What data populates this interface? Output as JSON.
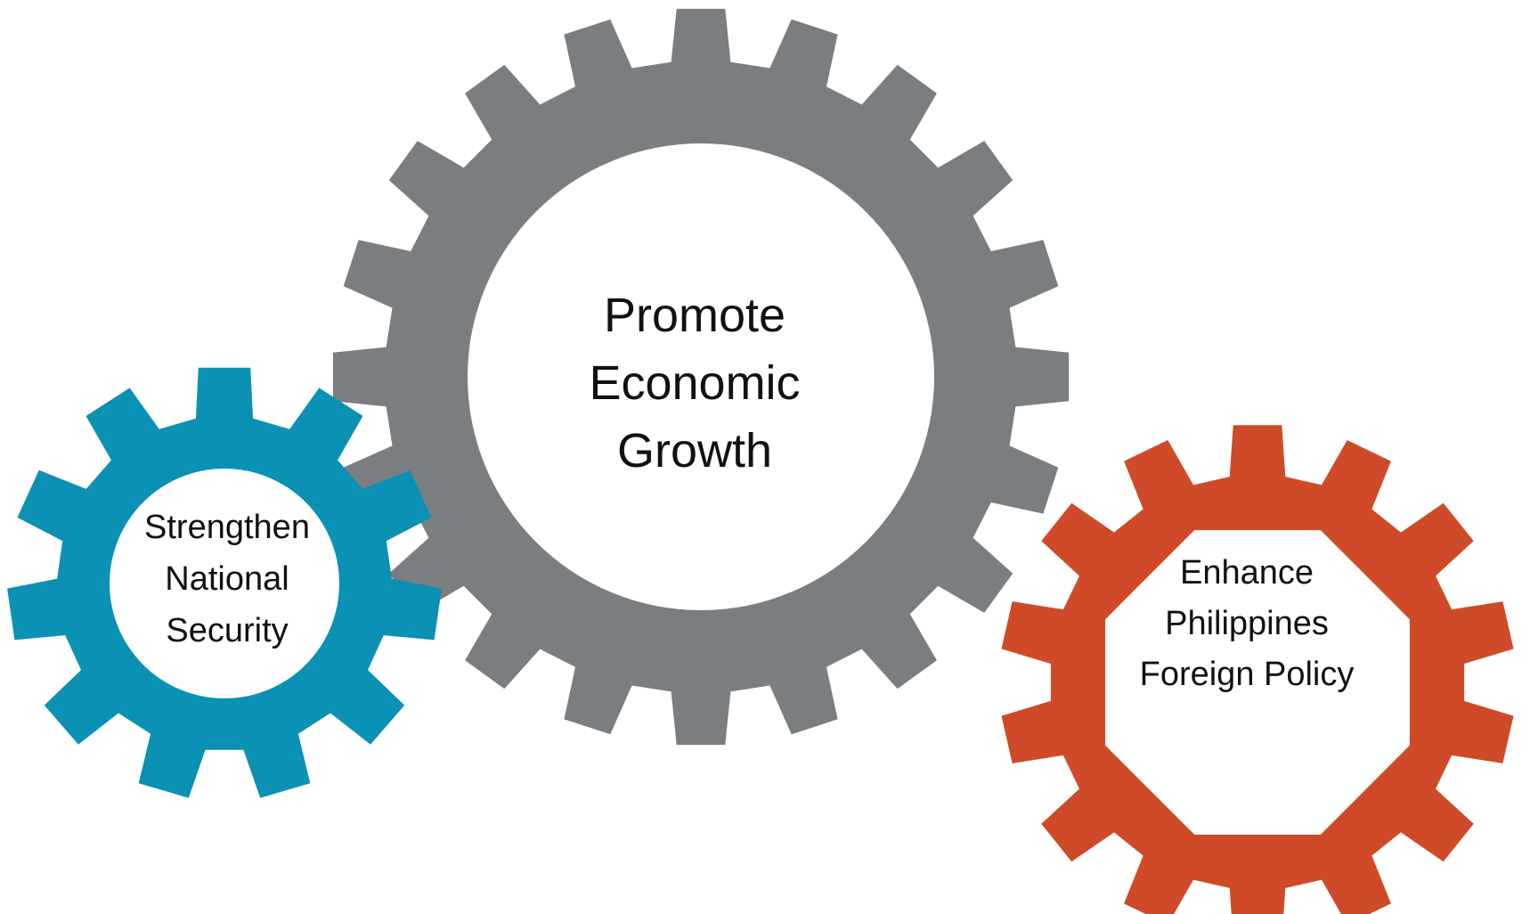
{
  "colors": {
    "gray_gear": "#7a7e80",
    "blue_gear": "#0a91b3",
    "orange_gear": "#cf4a28",
    "hole": "#ffffff",
    "text": "#111111",
    "background": "#ffffff"
  },
  "gears": {
    "economic": {
      "label_lines": [
        "Promote",
        "Economic",
        "Growth"
      ]
    },
    "security": {
      "label_lines": [
        "Strengthen",
        "National",
        "Security"
      ]
    },
    "foreign": {
      "label_lines": [
        "Enhance",
        "Philippines",
        "Foreign Policy"
      ]
    }
  }
}
